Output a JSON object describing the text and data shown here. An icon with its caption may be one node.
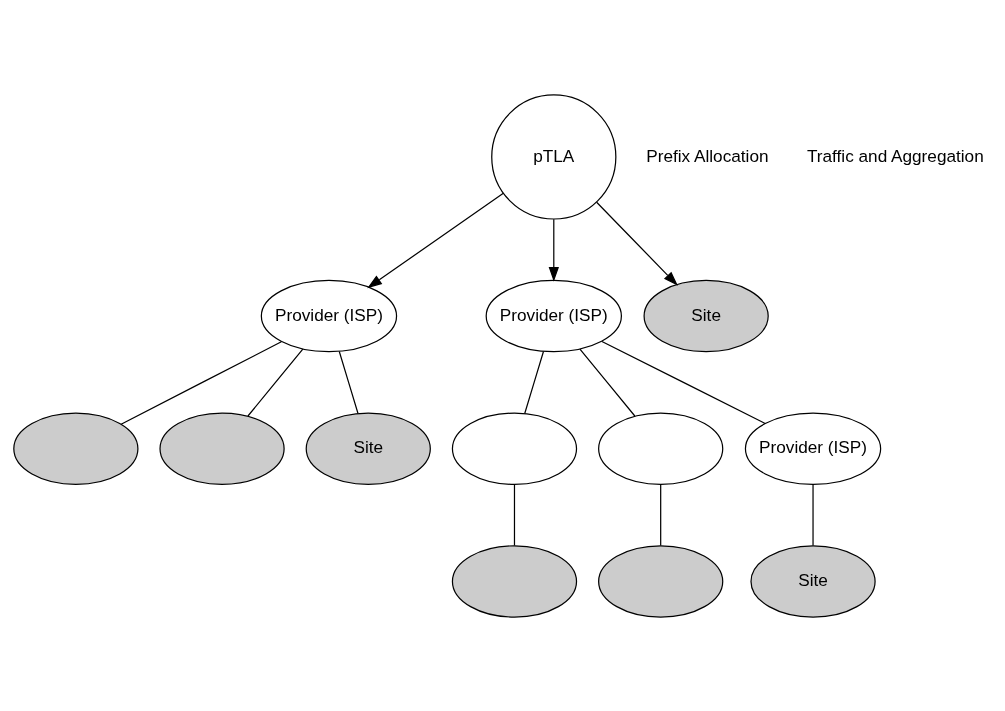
{
  "diagram": {
    "nodes": [
      {
        "text": [
          "pTLA"
        ]
      },
      {
        "text": [
          "Provider (ISP)"
        ]
      },
      {
        "text": [
          "Provider (ISP)"
        ]
      },
      {
        "text": [
          "Site"
        ]
      },
      {
        "text": [],
        "shape": "cloud"
      },
      {
        "text": [],
        "shape": "cloud"
      },
      {
        "text": [
          "Site"
        ]
      },
      {
        "text": [],
        "shape": "cloud"
      },
      {
        "text": [],
        "shape": "cloud"
      },
      {
        "text": [
          "Provider (ISP)"
        ]
      },
      {
        "text": [],
        "shape": "cloud"
      },
      {
        "text": [],
        "shape": "cloud"
      },
      {
        "text": [
          "Site"
        ]
      }
    ],
    "edges": [
      {
        "from": 0,
        "to": 1,
        "arrow": "to"
      },
      {
        "from": 0,
        "to": 2,
        "arrow": "to"
      },
      {
        "from": 0,
        "to": 3,
        "arrow": "to"
      },
      {
        "from": 1,
        "to": 4,
        "arrow": "none"
      },
      {
        "from": 1,
        "to": 5,
        "arrow": "none"
      },
      {
        "from": 1,
        "to": 6,
        "arrow": "none"
      },
      {
        "from": 2,
        "to": 7,
        "arrow": "none"
      },
      {
        "from": 2,
        "to": 8,
        "arrow": "none"
      },
      {
        "from": 2,
        "to": 9,
        "arrow": "none"
      },
      {
        "from": 7,
        "to": 10,
        "arrow": "none"
      },
      {
        "from": 8,
        "to": 11,
        "arrow": "none"
      },
      {
        "from": 9,
        "to": 12,
        "arrow": "none"
      }
    ],
    "labels": [
      "Prefix Allocation",
      "Traffic and Aggregation"
    ]
  }
}
